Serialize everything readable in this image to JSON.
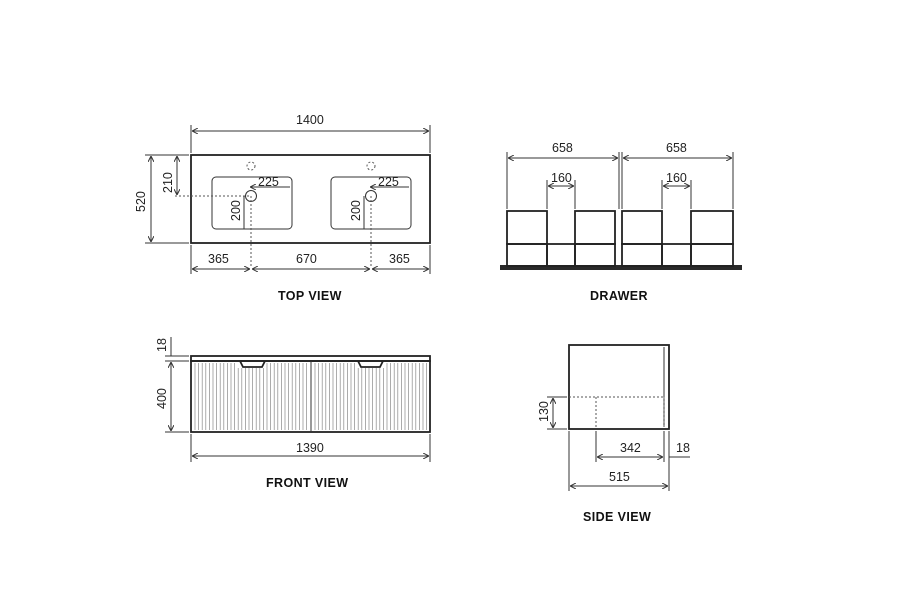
{
  "top_view": {
    "title": "TOP VIEW",
    "overall_width": "1400",
    "depth": "520",
    "tap_offset": "210",
    "basin_offset_x": "225",
    "basin_offset_y": "200",
    "left_edge": "365",
    "center_spacing": "670",
    "right_edge": "365"
  },
  "drawer": {
    "title": "DRAWER",
    "left_width": "658",
    "right_width": "658",
    "left_notch": "160",
    "right_notch": "160"
  },
  "front_view": {
    "title": "FRONT VIEW",
    "top_thickness": "18",
    "height": "400",
    "width": "1390"
  },
  "side_view": {
    "title": "SIDE VIEW",
    "drawer_height": "130",
    "inner_depth": "342",
    "back_gap": "18",
    "depth": "515"
  }
}
